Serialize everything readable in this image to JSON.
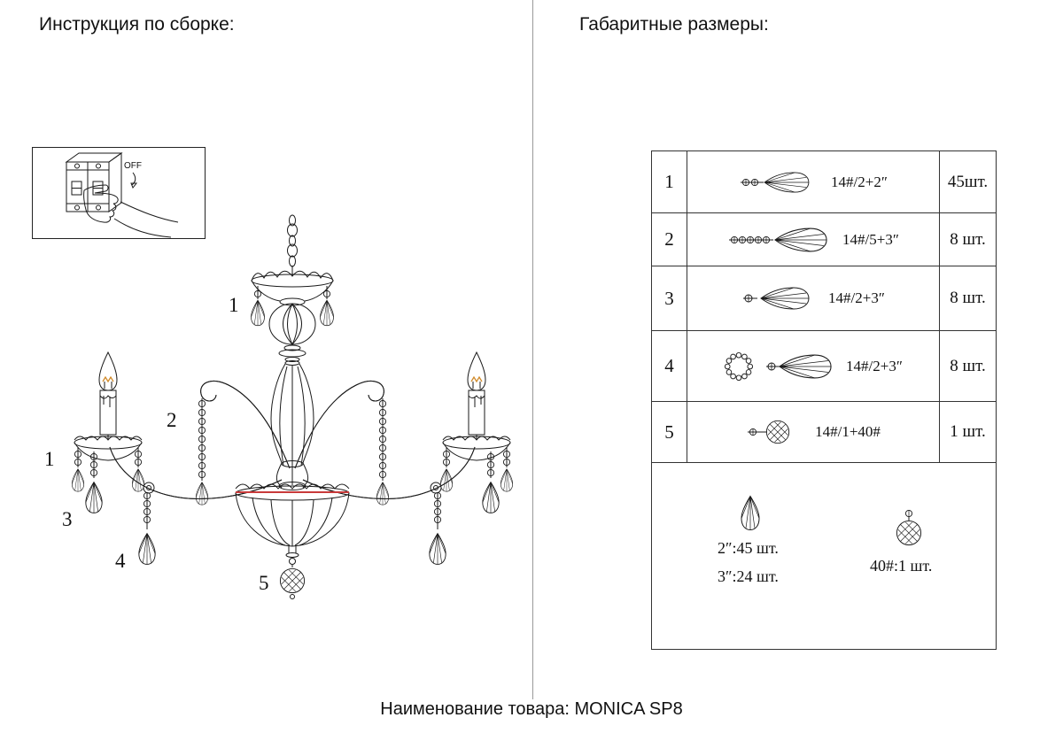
{
  "header": {
    "left_title": "Инструкция по сборке:",
    "right_title": "Габаритные размеры:"
  },
  "footer": {
    "product_label": "Наименование товара: MONICA SP8"
  },
  "breaker": {
    "off_label": "OFF",
    "icon": "circuit-breaker-off-hand-icon"
  },
  "diagram": {
    "callouts": [
      "1",
      "2",
      "1",
      "3",
      "4",
      "5"
    ],
    "accent_colors": {
      "bowl_rim_line": "#c83a3a",
      "bulb_filament": "#d08a2a"
    }
  },
  "parts_table": {
    "rows": [
      {
        "num": "1",
        "icon": "two-beads-teardrop-crystal",
        "size": "14#/2+2″",
        "qty": "45шт."
      },
      {
        "num": "2",
        "icon": "five-beads-teardrop-crystal",
        "size": "14#/5+3″",
        "qty": "8 шт."
      },
      {
        "num": "3",
        "icon": "bead-teardrop-crystal",
        "size": "14#/2+3″",
        "qty": "8 шт."
      },
      {
        "num": "4",
        "icon": "beaded-ring-and-teardrop-crystal",
        "size": "14#/2+3″",
        "qty": "8 шт."
      },
      {
        "num": "5",
        "icon": "bead-faceted-ball-crystal",
        "size": "14#/1+40#",
        "qty": "1 шт."
      }
    ],
    "summary": {
      "drop_icon": "teardrop-crystal",
      "ball_icon": "faceted-ball-crystal",
      "line1": "2″:45 шт.",
      "line2": "3″:24 шт.",
      "line3": "40#:1 шт."
    }
  }
}
